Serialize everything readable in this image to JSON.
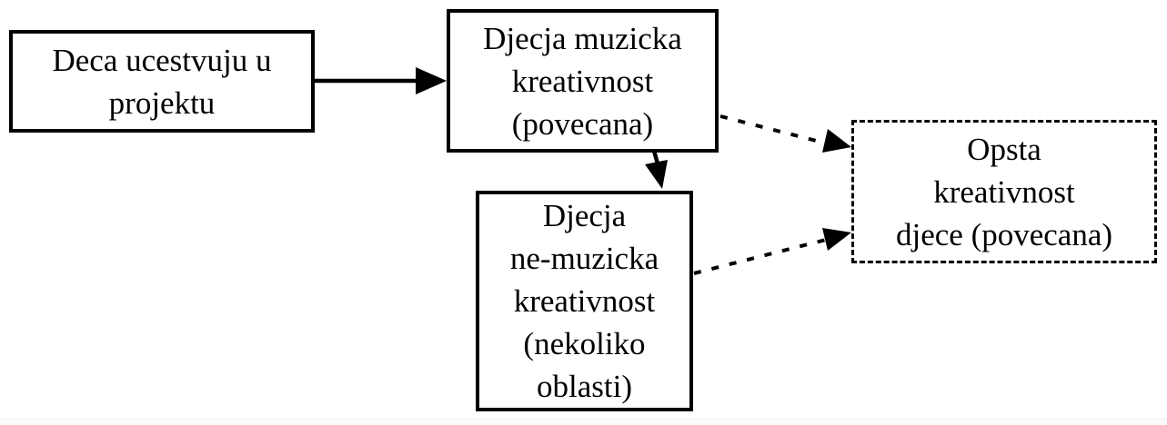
{
  "diagram": {
    "type": "flowchart",
    "background_color": "#ffffff",
    "line_color": "#000000",
    "nodes": [
      {
        "id": "deca",
        "lines": [
          "Deca ucestvuju u",
          "projektu"
        ],
        "text": "Deca ucestvuju u projektu",
        "border_style": "solid"
      },
      {
        "id": "muzicka",
        "lines": [
          "Djecja muzicka",
          "kreativnost",
          "(povecana)"
        ],
        "text": "Djecja muzicka kreativnost (povecana)",
        "border_style": "solid"
      },
      {
        "id": "nemuzicka",
        "lines": [
          "Djecja",
          "ne-muzicka",
          "kreativnost",
          "(nekoliko",
          "oblasti)"
        ],
        "text": "Djecja ne-muzicka kreativnost (nekoliko oblasti)",
        "border_style": "solid"
      },
      {
        "id": "opsta",
        "lines": [
          "Opsta",
          "kreativnost",
          "djece (povecana)"
        ],
        "text": "Opsta kreativnost djece (povecana)",
        "border_style": "dashed"
      }
    ],
    "edges": [
      {
        "from": "deca",
        "to": "muzicka",
        "style": "solid",
        "direction": "right"
      },
      {
        "from": "muzicka",
        "to": "nemuzicka",
        "style": "solid",
        "direction": "down"
      },
      {
        "from": "muzicka",
        "to": "opsta",
        "style": "dashed",
        "direction": "right-down"
      },
      {
        "from": "nemuzicka",
        "to": "opsta",
        "style": "dashed",
        "direction": "right-up"
      }
    ]
  }
}
